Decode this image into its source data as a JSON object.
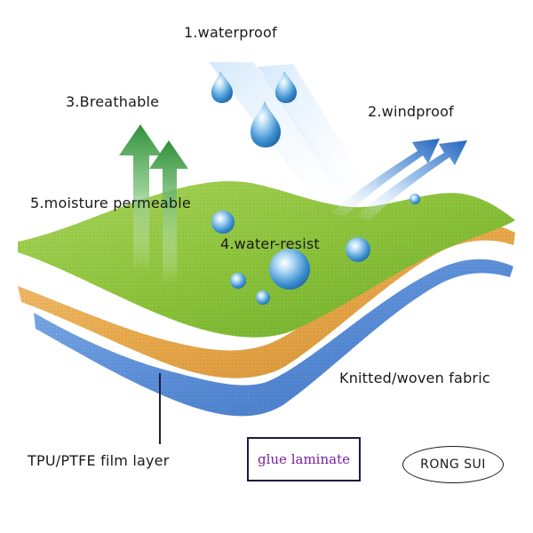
{
  "labels": {
    "waterproof": "1.waterproof",
    "windproof": "2.windproof",
    "breathable": "3.Breathable",
    "water_resist": "4.water-resist",
    "moisture": "5.moisture permeable",
    "fabric": "Knitted/woven fabric",
    "film": "TPU/PTFE film layer",
    "glue": "glue laminate",
    "brand": "RONG SUI"
  },
  "colors": {
    "top_layer": "#8dc33c",
    "middle_layer": "#e8a94b",
    "bottom_layer": "#5b8fd8",
    "breathable_arrow": "#3f9e45",
    "windproof_arrow": "#2f6fc6",
    "glue_text": "#7a1fa0",
    "water_drop": "#3a8fd0"
  },
  "icons": [
    "water-drop-icon",
    "breathable-arrow-icon",
    "windproof-arrow-icon",
    "water-bead-icon"
  ]
}
